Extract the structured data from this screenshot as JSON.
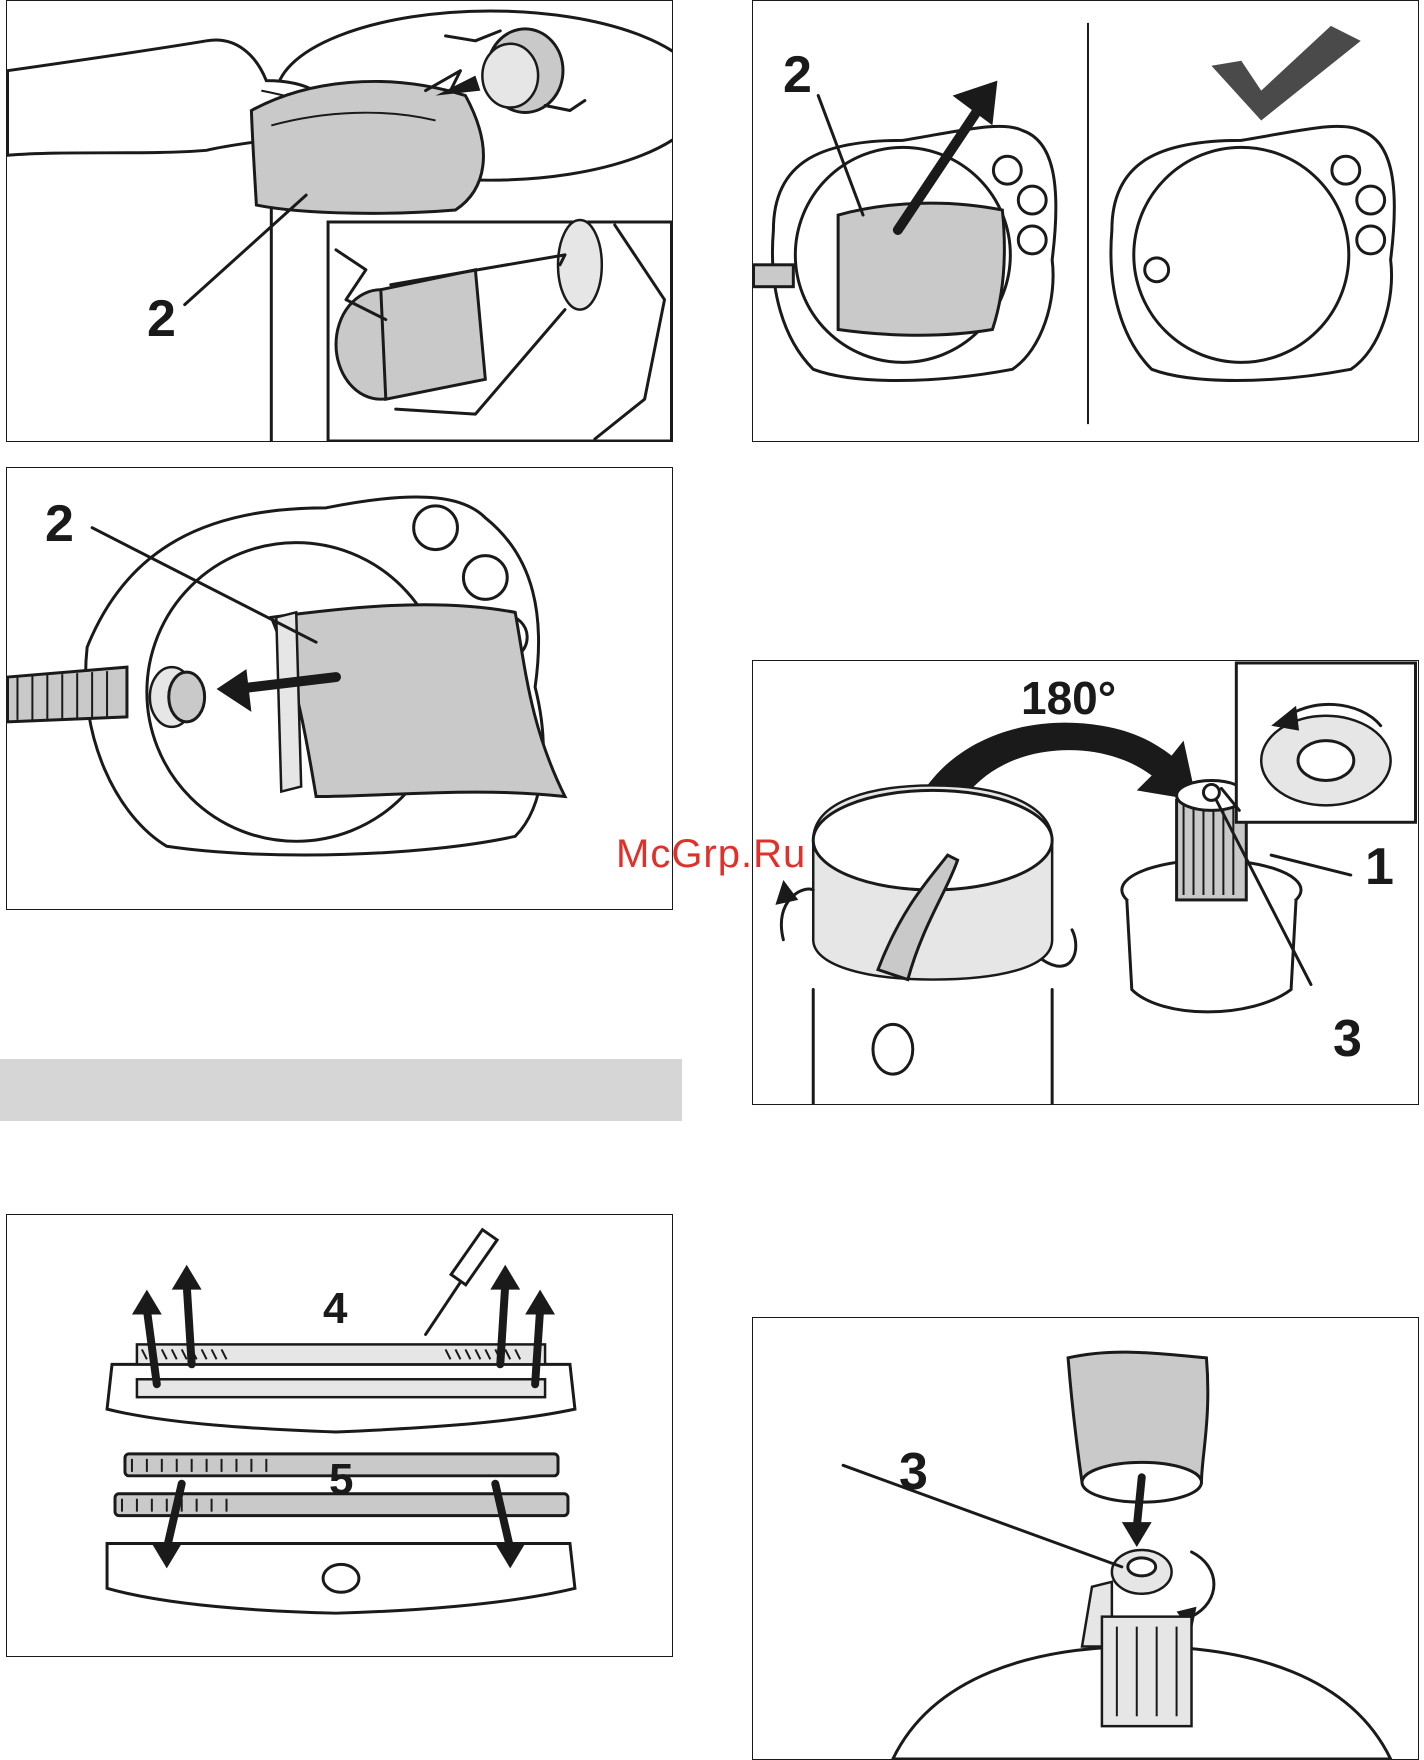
{
  "figures": {
    "bag_insert": {
      "callout": "2"
    },
    "bag_remove_check": {
      "callout": "2"
    },
    "bag_attach": {
      "callout": "2"
    },
    "filter_rotate": {
      "angle_label": "180°",
      "callout_filter": "1",
      "callout_nut": "3"
    },
    "nozzle_strips": {
      "callout_nozzle": "4",
      "callout_strips": "5"
    },
    "filter_lock": {
      "callout": "3"
    }
  },
  "watermark": "McGrp.Ru",
  "colors": {
    "watermark": "#e0302a",
    "bar_gray": "#d6d6d6"
  }
}
